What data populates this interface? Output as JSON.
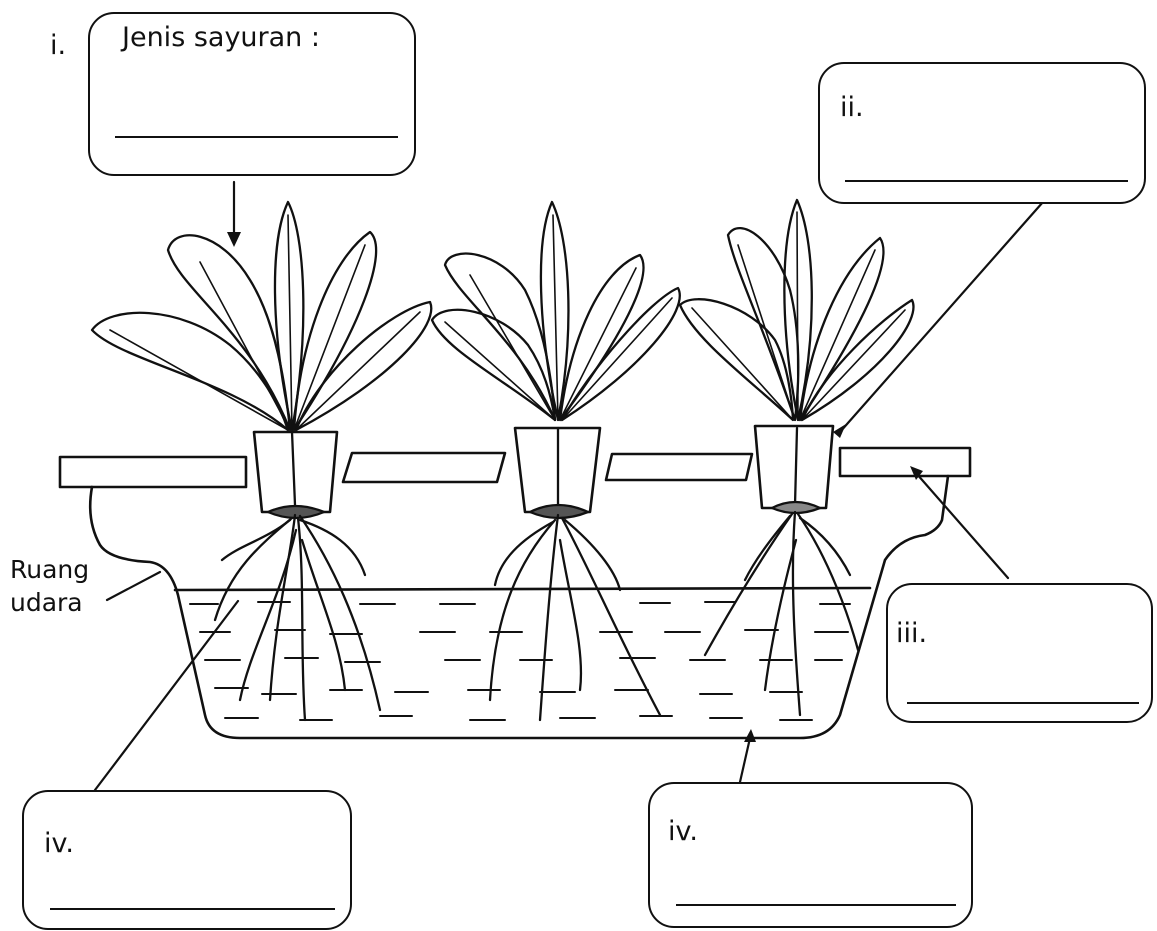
{
  "labels": {
    "i": "i.",
    "i_text": "Jenis sayuran :",
    "ii": "ii.",
    "iii": "iii.",
    "iv_left": "iv.",
    "iv_right": "iv.",
    "air_space_line1": "Ruang",
    "air_space_line2": "udara"
  },
  "colors": {
    "ink": "#111111",
    "background": "#ffffff"
  }
}
